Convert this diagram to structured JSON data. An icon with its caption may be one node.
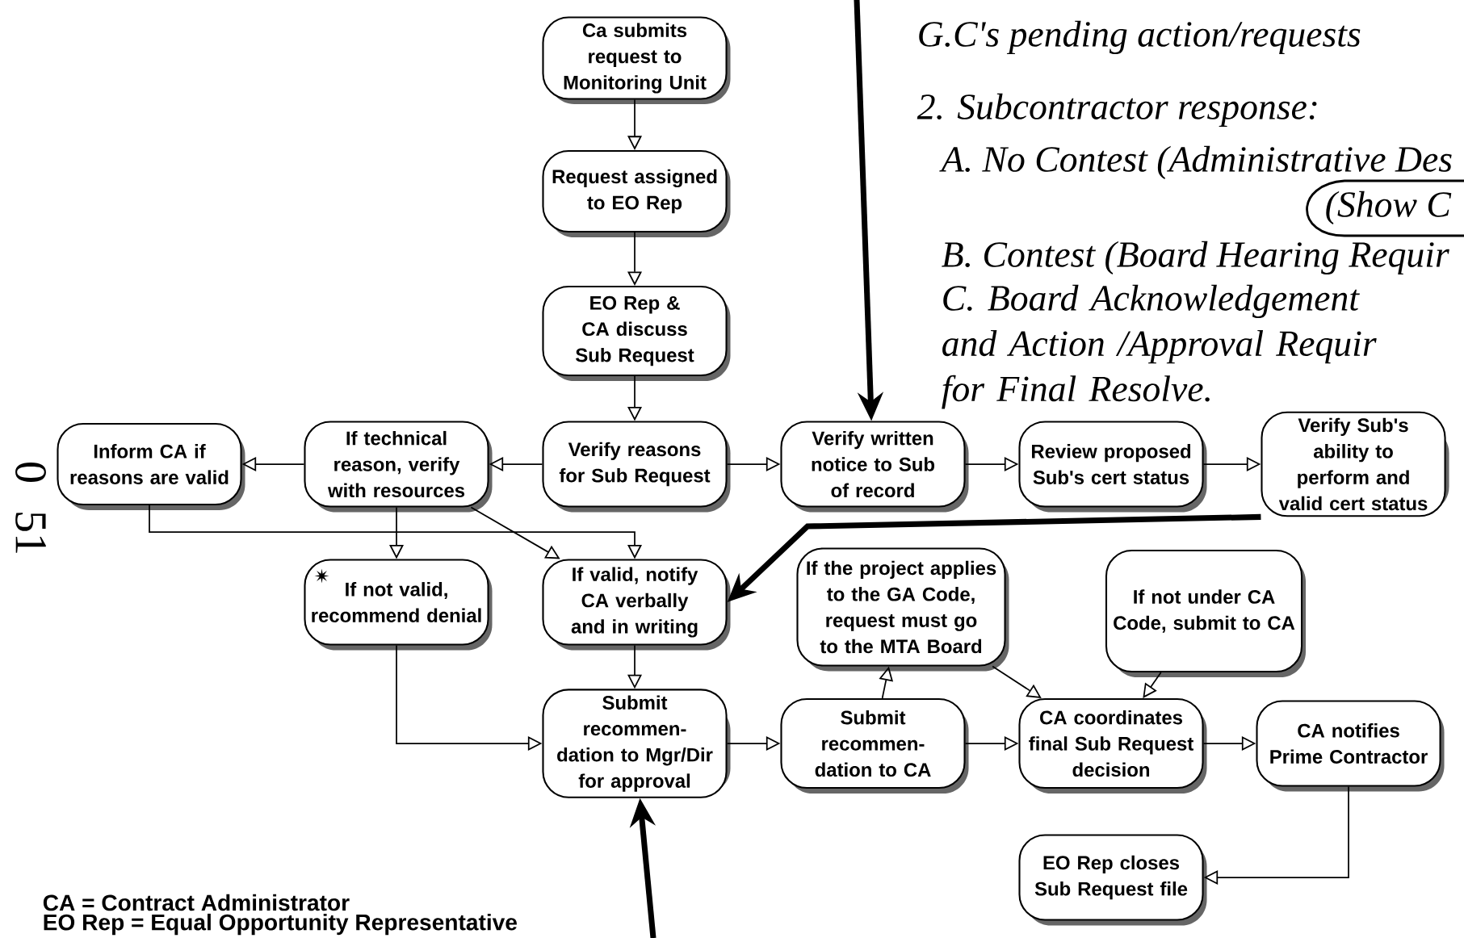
{
  "diagram": {
    "nodes": [
      {
        "text": [
          "Ca submits request to Monitoring Unit"
        ]
      },
      {
        "text": [
          "Request assigned to EO Rep"
        ]
      },
      {
        "text": [
          "EO Rep & CA discuss Sub Request"
        ]
      },
      {
        "text": [
          "Inform CA if reasons are valid"
        ]
      },
      {
        "text": [
          "If technical reason, verify with resources"
        ]
      },
      {
        "text": [
          "Verify reasons for Sub Request"
        ]
      },
      {
        "text": [
          "Verify written notice to Sub of record"
        ]
      },
      {
        "text": [
          "Review proposed Sub's cert status"
        ]
      },
      {
        "text": [
          "Verify Sub's ability to perform and valid cert status"
        ]
      },
      {
        "text": [
          "If not valid, recommend denial"
        ]
      },
      {
        "text": [
          "If valid, notify CA verbally and in writing"
        ]
      },
      {
        "text": [
          "If the project applies to the GA Code, request must go to the MTA Board"
        ]
      },
      {
        "text": [
          "If not under CA Code, submit to CA"
        ]
      },
      {
        "text": [
          "Submit recommen- dation to Mgr/Dir for approval"
        ]
      },
      {
        "text": [
          "Submit recommen- dation to CA"
        ]
      },
      {
        "text": [
          "CA coordinates final Sub Request decision"
        ]
      },
      {
        "text": [
          "CA notifies Prime Contractor"
        ]
      },
      {
        "text": [
          "EO Rep closes Sub Request file"
        ]
      }
    ],
    "edges": [
      {
        "from": 0,
        "to": 1,
        "arrow": "to"
      },
      {
        "from": 1,
        "to": 2,
        "arrow": "to"
      },
      {
        "from": 2,
        "to": 5,
        "arrow": "to"
      },
      {
        "from": 5,
        "to": 4,
        "arrow": "to"
      },
      {
        "from": 4,
        "to": 3,
        "arrow": "to"
      },
      {
        "from": 5,
        "to": 6,
        "arrow": "to"
      },
      {
        "from": 6,
        "to": 7,
        "arrow": "to"
      },
      {
        "from": 7,
        "to": 8,
        "arrow": "to"
      },
      {
        "from": 4,
        "to": 9,
        "arrow": "to"
      },
      {
        "from": 3,
        "to": 10,
        "arrow": "to"
      },
      {
        "from": 4,
        "to": 10,
        "arrow": "to"
      },
      {
        "from": 10,
        "to": 13,
        "arrow": "to"
      },
      {
        "from": 9,
        "to": 13,
        "arrow": "to"
      },
      {
        "from": 13,
        "to": 14,
        "arrow": "to"
      },
      {
        "from": 14,
        "to": 11,
        "arrow": "to"
      },
      {
        "from": 11,
        "to": 15,
        "arrow": "to"
      },
      {
        "from": 12,
        "to": 15,
        "arrow": "to"
      },
      {
        "from": 14,
        "to": 15,
        "arrow": "to"
      },
      {
        "from": 15,
        "to": 16,
        "arrow": "to"
      },
      {
        "from": 16,
        "to": 17,
        "arrow": "to"
      },
      {
        "from": 8,
        "to": 10,
        "arrow": "to",
        "style": "thick"
      },
      {
        "from": null,
        "to": 6,
        "arrow": "to",
        "style": "thick"
      },
      {
        "from": null,
        "to": 13,
        "arrow": "to",
        "style": "thick"
      }
    ],
    "labels": [
      "G.C's pending action/requests",
      "2. Subcontractor response:",
      "A. No Contest (Administrative Des",
      "(Show C",
      "B. Contest (Board Hearing Requir",
      "C. Board Acknowledgement and Action /Approval Requir for Final Resolve.",
      "0",
      "51",
      "CA = Contract Administrator",
      "EO Rep = Equal Opportunity Representative"
    ]
  }
}
